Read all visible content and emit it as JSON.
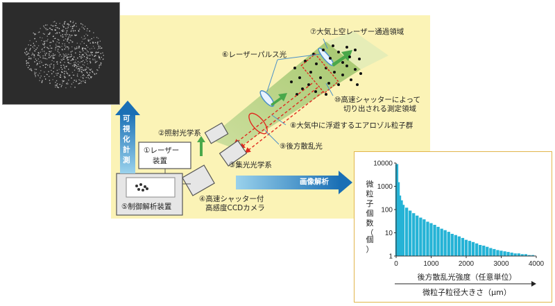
{
  "labels": {
    "laser_device": "①レーザー",
    "laser_device_2": "装置",
    "irradiation_optics": "②照射光学系",
    "collection_optics": "③集光光学系",
    "ccd_camera": "④高速シャッター付",
    "ccd_camera_2": "高感度CCDカメラ",
    "control_analysis": "⑤制御解析装置",
    "laser_pulse": "⑥レーザーパルス光",
    "sky_region": "⑦大気上空レーザー通過領域",
    "aerosol": "⑧大気中に浮遊するエアロゾル粒子群",
    "backscatter": "⑨後方散乱光",
    "measurement_region": "⑩高速シャッターによって",
    "measurement_region_2": "切り出される測定領域",
    "visualization": "可視化計測",
    "image_analysis": "画像解析"
  },
  "chart_data": {
    "type": "bar",
    "xlabel": "後方散乱光強度（任意単位）",
    "xlabel2": "微粒子粒径大きさ（μm）",
    "ylabel": "微粒子個数（個）",
    "xlim": [
      0,
      4000
    ],
    "ylim": [
      1,
      10000
    ],
    "yscale": "log",
    "x_ticks": [
      "0",
      "1000",
      "2000",
      "3000",
      "4000"
    ],
    "y_ticks": [
      "1",
      "10",
      "100",
      "1000",
      "10000"
    ],
    "x_tick_values": [
      0,
      1000,
      2000,
      3000,
      4000
    ],
    "y_tick_values": [
      1,
      10,
      100,
      1000,
      10000
    ],
    "x": [
      20,
      60,
      100,
      150,
      200,
      300,
      400,
      500,
      600,
      700,
      800,
      900,
      1000,
      1100,
      1200,
      1300,
      1400,
      1500,
      1600,
      1700,
      1800,
      1900,
      2000,
      2100,
      2200,
      2300,
      2400,
      2500,
      2600,
      2700,
      2800,
      2900,
      3000,
      3100,
      3200,
      3300,
      3400,
      3500,
      3600,
      3700,
      3800,
      3900
    ],
    "values": [
      9000,
      1500,
      400,
      250,
      160,
      120,
      90,
      70,
      55,
      45,
      38,
      30,
      26,
      22,
      18,
      15,
      13,
      11,
      9,
      8,
      7,
      6,
      5,
      4.5,
      4,
      3.5,
      3,
      2.8,
      2.5,
      2.2,
      2,
      1.8,
      1.7,
      1.6,
      1.5,
      1.4,
      1.3,
      1.3,
      1.2,
      1.2,
      1.1,
      1.1
    ],
    "color": "#25b3d6"
  },
  "colors": {
    "accent_blue": "#1a6fb5",
    "beam_green": "#b9d48a",
    "arrow_green": "#4aa84a",
    "scatter_red": "#e0281e"
  }
}
